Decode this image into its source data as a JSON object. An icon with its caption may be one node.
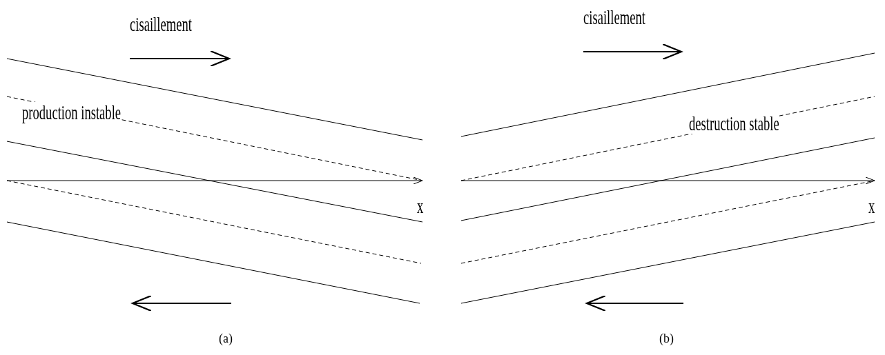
{
  "diagram": {
    "labels": [
      "cisaillement",
      "production instable",
      "x",
      "(a)",
      "cisaillement",
      "destruction stable",
      "x",
      "(b)"
    ]
  }
}
